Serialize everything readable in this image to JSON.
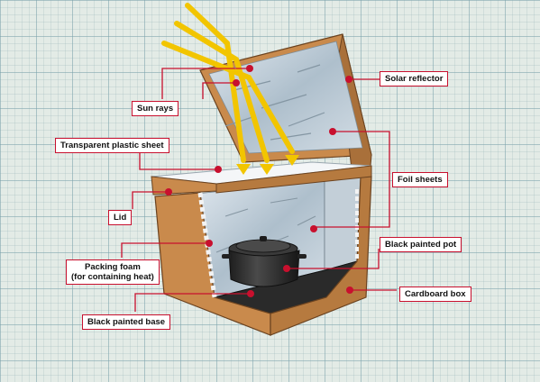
{
  "labels": {
    "sun_rays": "Sun rays",
    "plastic_sheet": "Transparent plastic sheet",
    "lid": "Lid",
    "packing_foam": "Packing foam",
    "packing_foam_note": "(for containing heat)",
    "base": "Black painted base",
    "reflector": "Solar reflector",
    "foil": "Foil sheets",
    "pot": "Black painted pot",
    "cardboard": "Cardboard box"
  },
  "colors": {
    "callout": "#c8102e",
    "sun_ray": "#f2c500",
    "cardboard": "#c98a4c",
    "cardboard_dark": "#a9703a",
    "foil": "#b9c8d2",
    "pot": "#2b2b2b"
  }
}
